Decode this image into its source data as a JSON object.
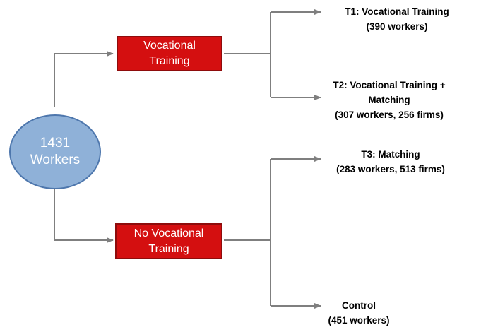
{
  "root": {
    "line1": "1431",
    "line2": "Workers"
  },
  "branches": {
    "vocational": {
      "line1": "Vocational",
      "line2": "Training"
    },
    "no_vocational": {
      "line1": "No Vocational",
      "line2": "Training"
    }
  },
  "outcomes": {
    "t1": {
      "line1": "T1: Vocational Training",
      "line2": "(390 workers)"
    },
    "t2": {
      "line1": "T2: Vocational Training +",
      "line2": "Matching",
      "line3": "(307 workers, 256 firms)"
    },
    "t3": {
      "line1": "T3: Matching",
      "line2": "(283 workers, 513 firms)"
    },
    "control": {
      "line1": "Control",
      "line2": "(451 workers)"
    }
  },
  "colors": {
    "ellipse_fill": "#8fb1d8",
    "ellipse_border": "#4e77ad",
    "box_fill": "#d40f10",
    "box_border": "#8e0c0c",
    "arrow": "#7f7f7f"
  }
}
